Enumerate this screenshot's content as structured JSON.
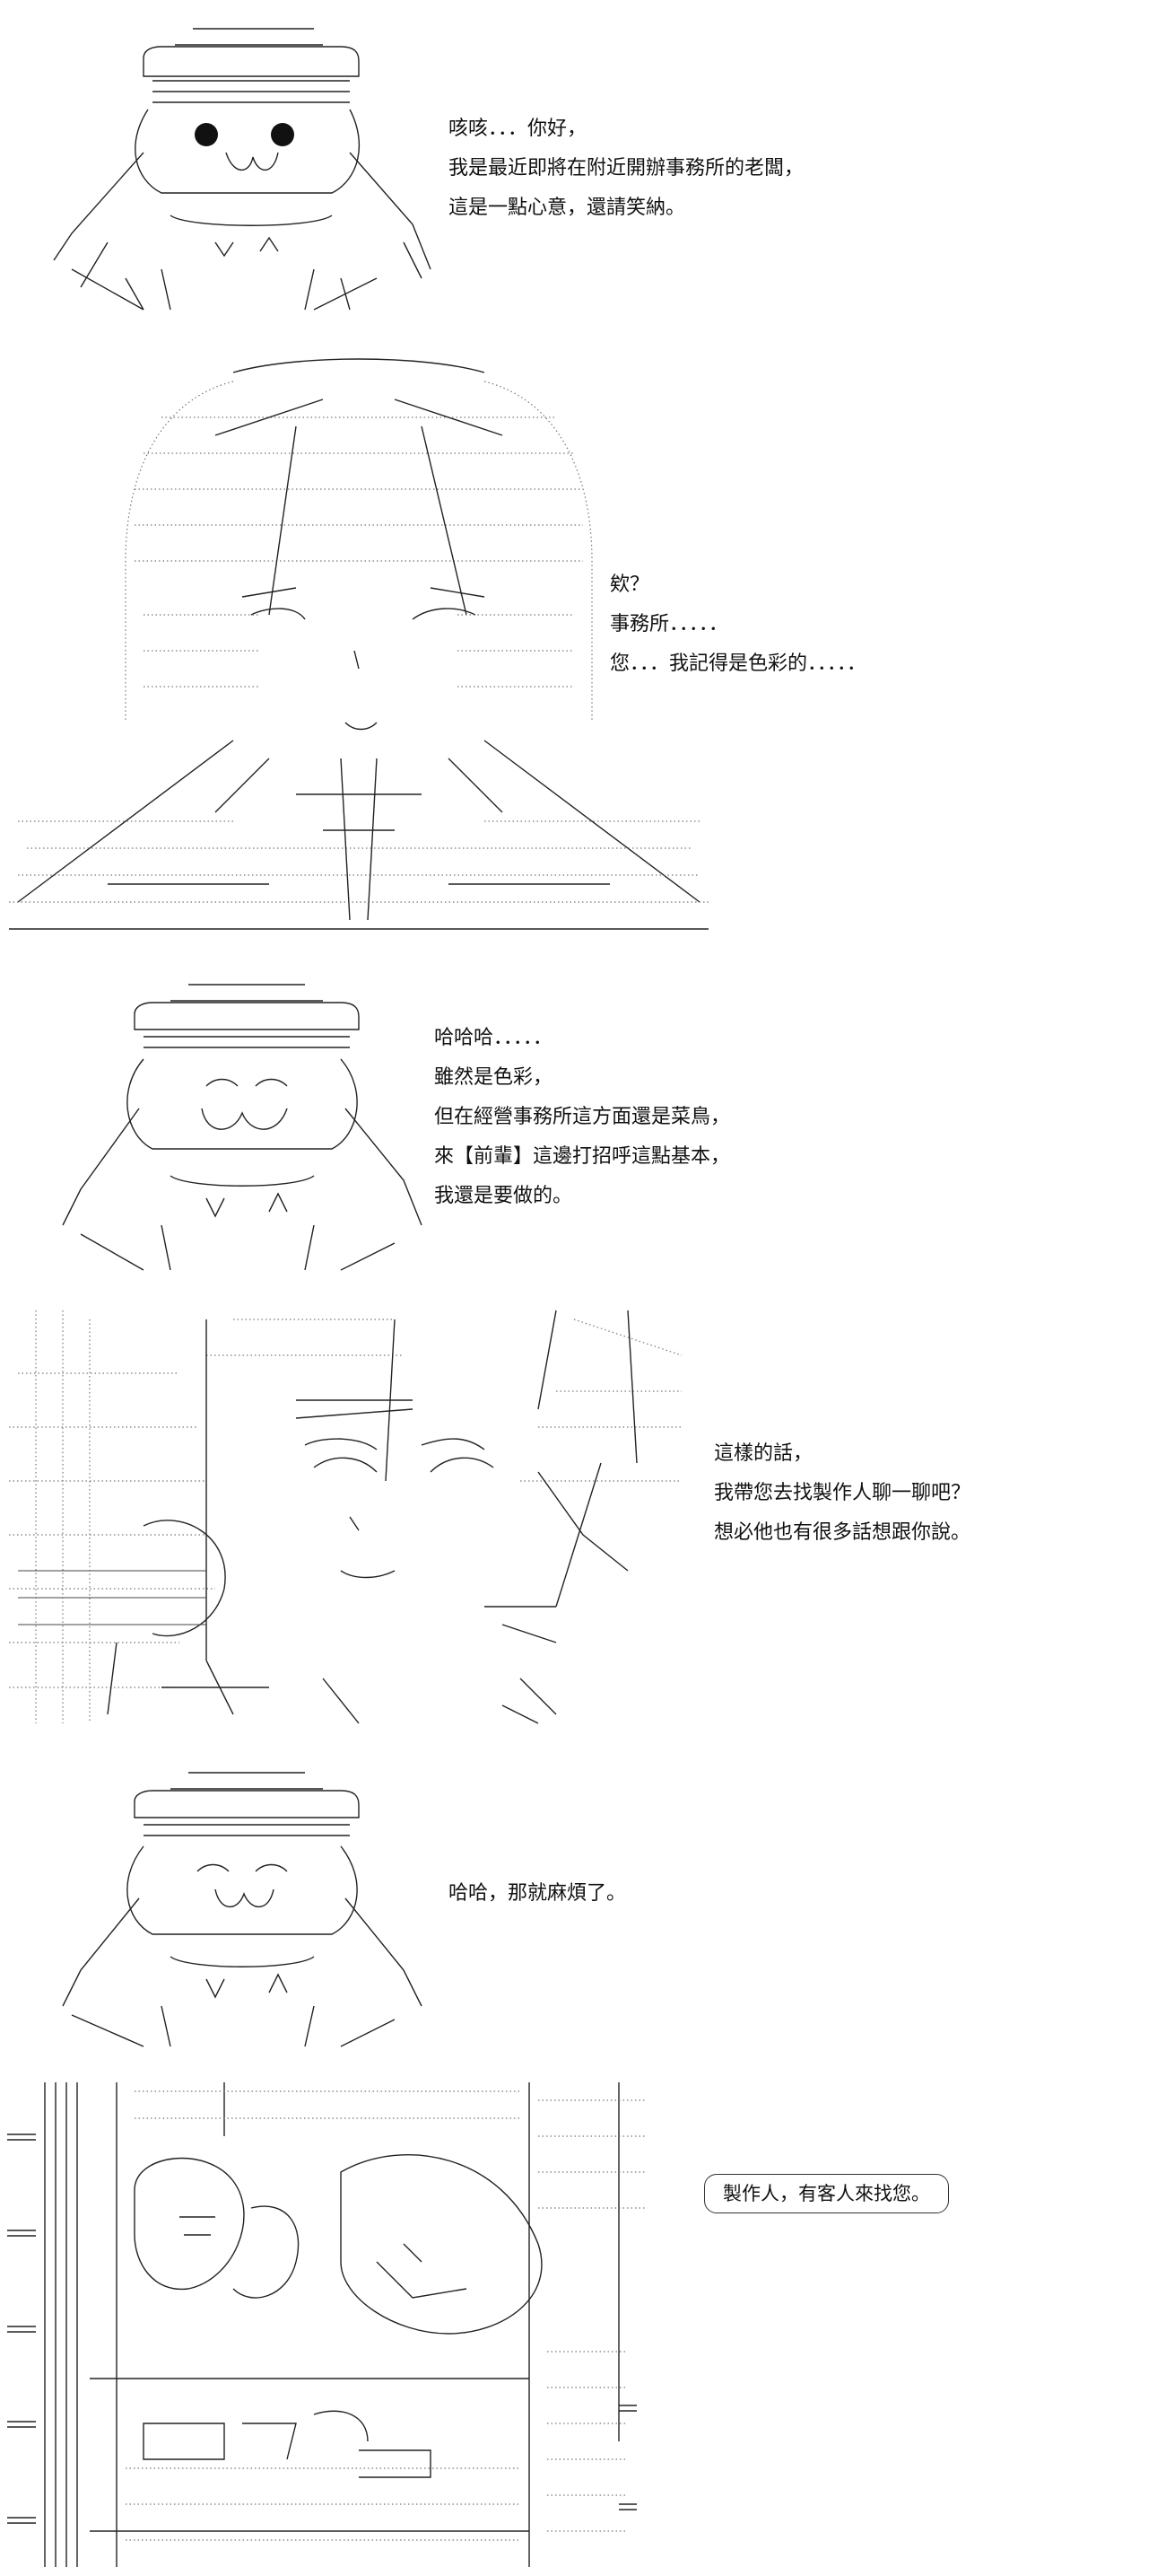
{
  "panels": [
    {
      "id": "p1",
      "speaker": "shopkeeper-cap",
      "lines": [
        "咳咳．．．你好，",
        "我是最近即將在附近開辦事務所的老闆，",
        "這是一點心意，還請笑納。"
      ]
    },
    {
      "id": "p2",
      "speaker": "girl-long-hair",
      "lines": [
        "欸？",
        "事務所．．．．．",
        "您．．．我記得是色彩的．．．．．"
      ]
    },
    {
      "id": "p3",
      "speaker": "shopkeeper-cap",
      "lines": [
        "哈哈哈．．．．．",
        "雖然是色彩，",
        "但在經營事務所這方面還是菜鳥，",
        "來【前輩】這邊打招呼這點基本，",
        "我還是要做的。"
      ]
    },
    {
      "id": "p4",
      "speaker": "girl-closeup",
      "lines": [
        "這樣的話，",
        "我帶您去找製作人聊一聊吧？",
        "想必他也有很多話想跟你說。"
      ]
    },
    {
      "id": "p5",
      "speaker": "shopkeeper-cap",
      "lines": [
        "哈哈，那就麻煩了。"
      ]
    },
    {
      "id": "p6",
      "speaker": "office-door",
      "bubble": "製作人，有客人來找您。"
    }
  ],
  "colors": {
    "ink": "#111111",
    "background": "#ffffff",
    "dotfill": "#777777"
  }
}
